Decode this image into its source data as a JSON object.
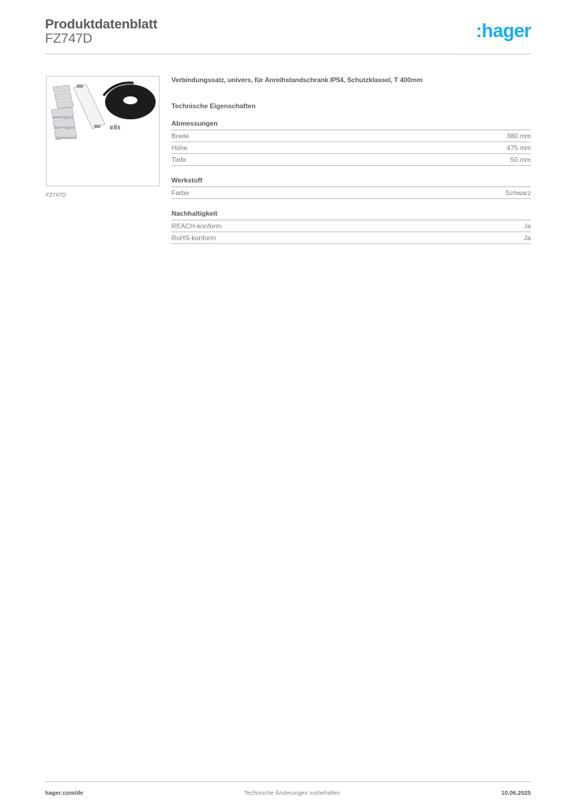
{
  "header": {
    "title": "Produktdatenblatt",
    "subtitle": "FZ747D",
    "logo_text": ":hager",
    "logo_color": "#18aff0"
  },
  "product": {
    "image_caption": "FZ747D",
    "image_icon": "product-image",
    "description": "Verbindungssatz, univers, für Anreihstandschrank IP54, Schutzklassel, T 400mm"
  },
  "technical": {
    "title": "Technische Eigenschaften",
    "groups": [
      {
        "title": "Abmessungen",
        "rows": [
          {
            "label": "Breite",
            "value": "380 mm"
          },
          {
            "label": "Höhe",
            "value": "475 mm"
          },
          {
            "label": "Tiefe",
            "value": "50 mm"
          }
        ]
      },
      {
        "title": "Werkstoff",
        "rows": [
          {
            "label": "Farbe",
            "value": "Schwarz"
          }
        ]
      },
      {
        "title": "Nachhaltigkeit",
        "rows": [
          {
            "label": "REACH-konform",
            "value": "Ja"
          },
          {
            "label": "RoHS-konform",
            "value": "Ja"
          }
        ]
      }
    ]
  },
  "footer": {
    "left": "hager.com/de",
    "center": "Technische Änderungen vorbehalten",
    "right": "10.06.2025"
  }
}
